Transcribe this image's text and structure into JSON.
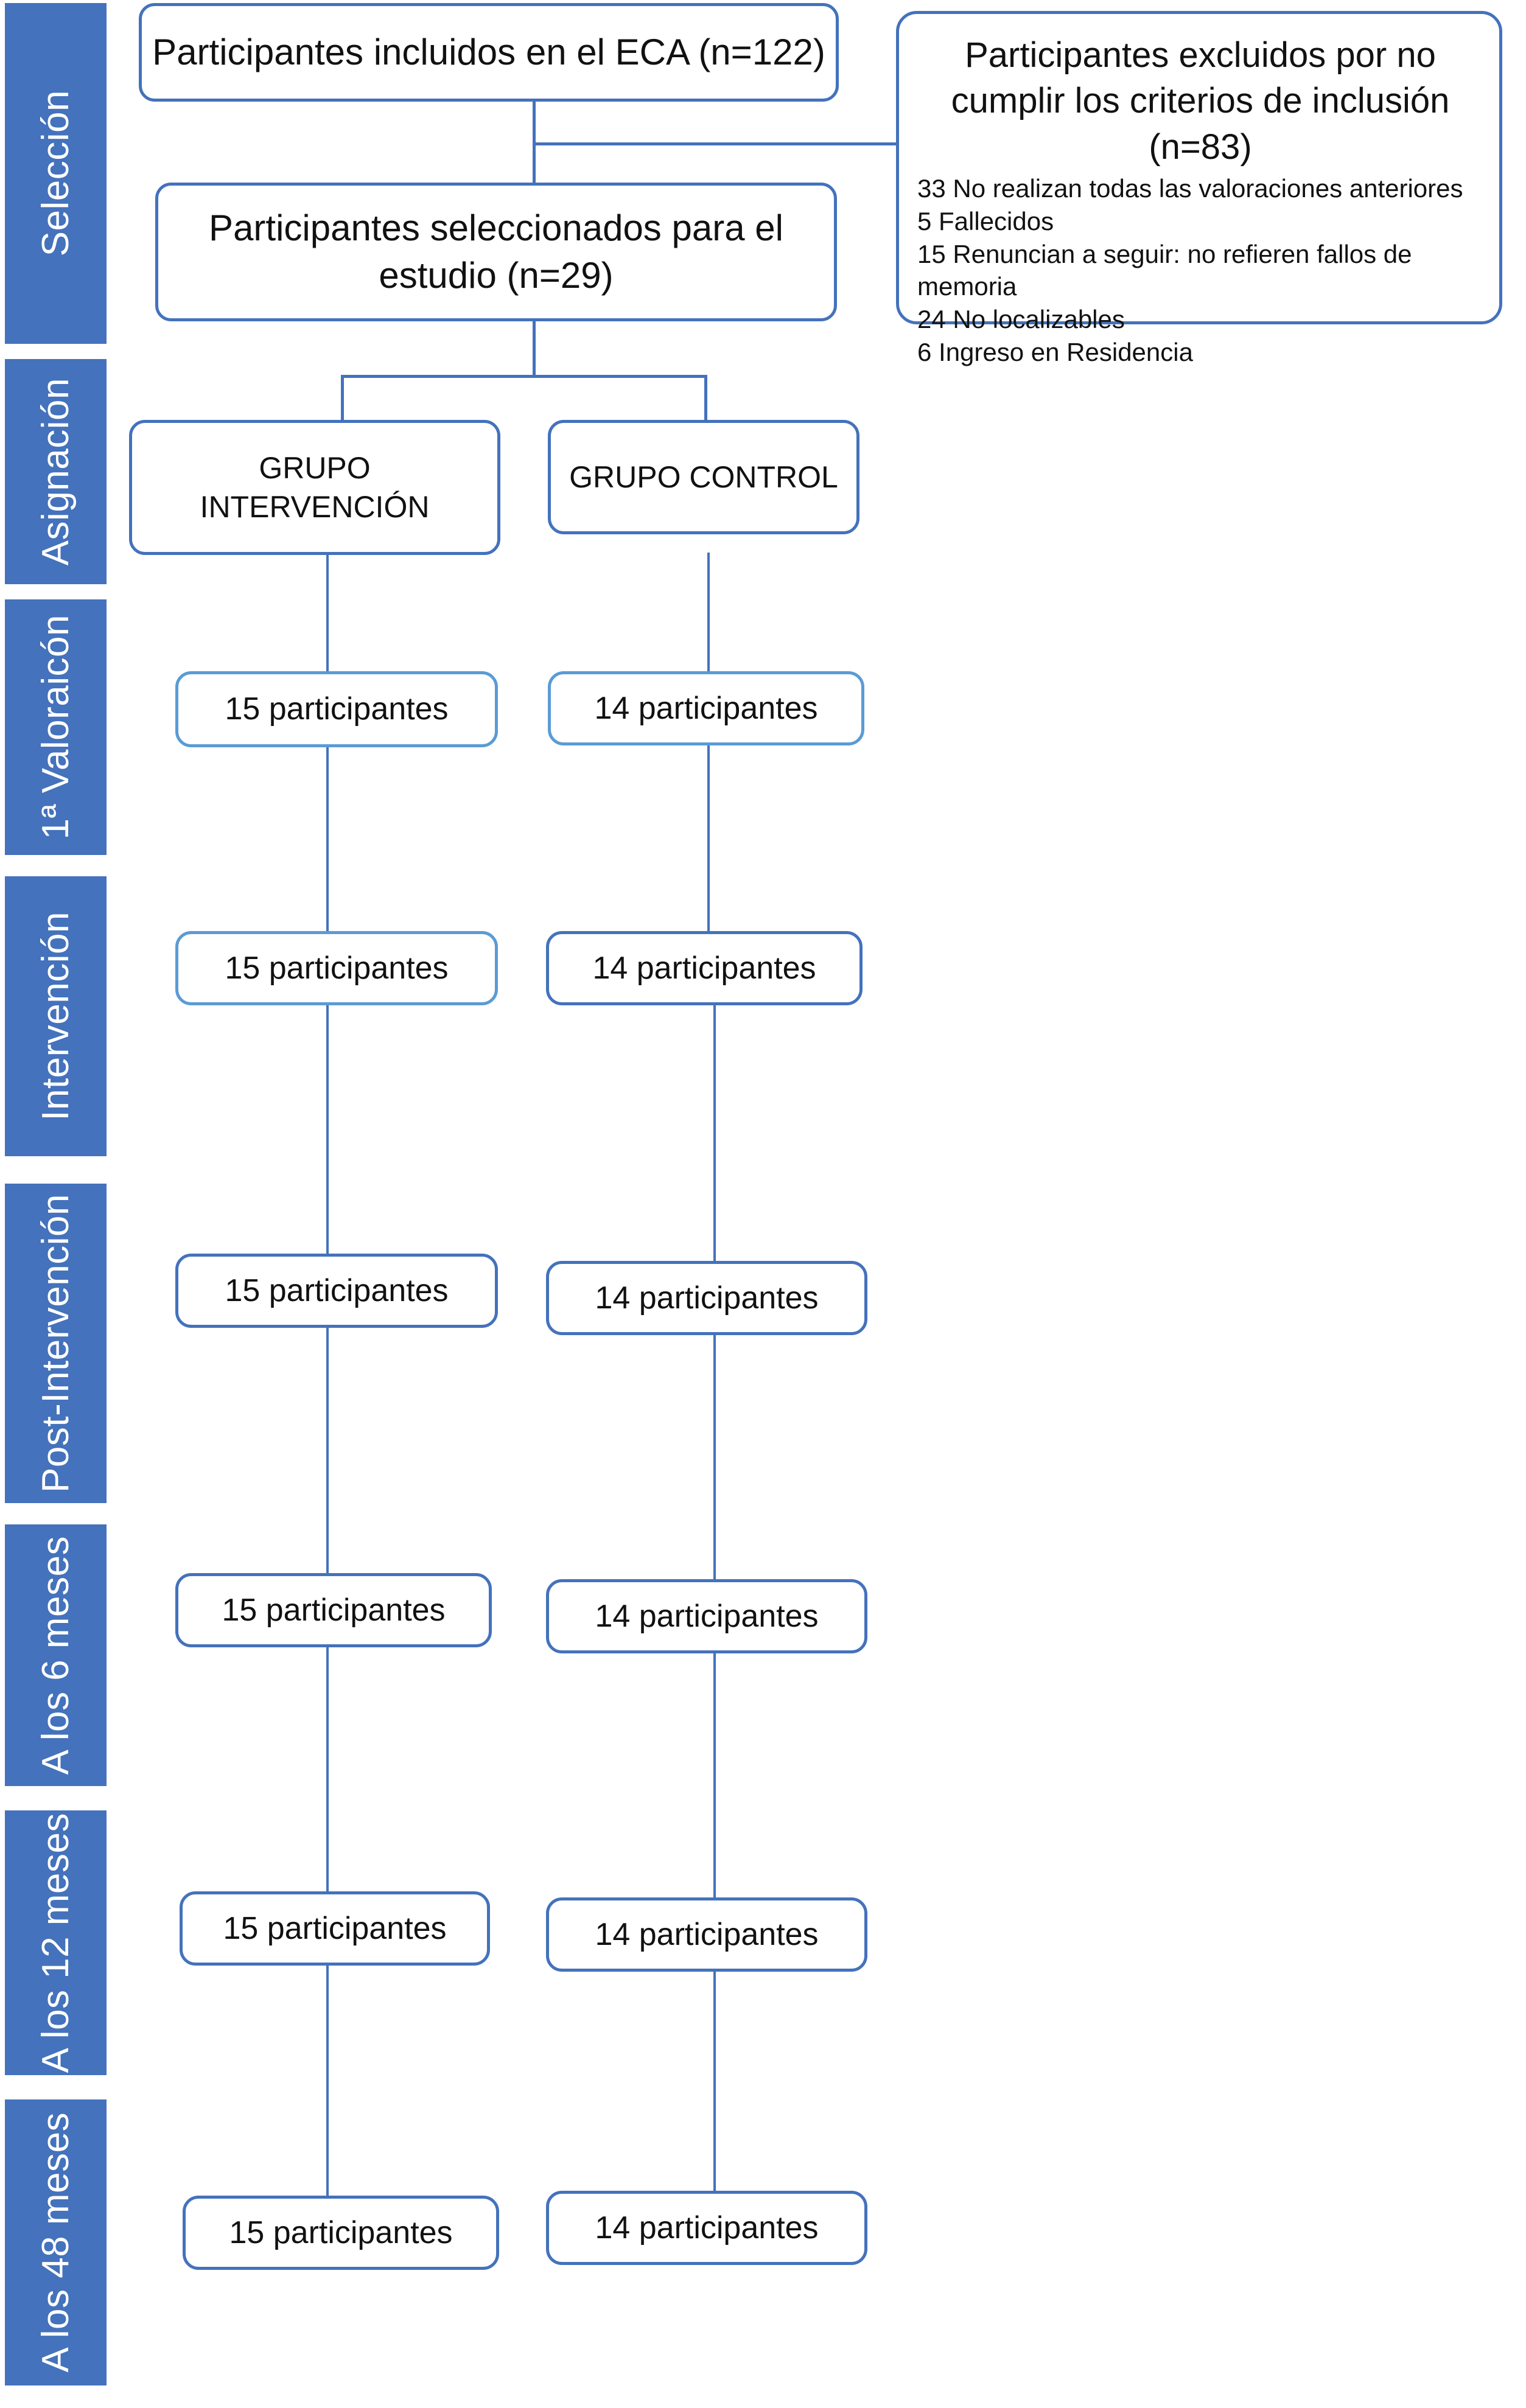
{
  "diagram": {
    "title": "Diagrama de flujo del estudio",
    "accent_color": "#4472BC",
    "accent_light_color": "#5B9BD5",
    "box_fill": "#FFFFFF",
    "text_color": "#111111"
  },
  "stages": [
    {
      "label": "Selección"
    },
    {
      "label": "Asignación"
    },
    {
      "label": "1ª Valoraicón"
    },
    {
      "label": "Intervención"
    },
    {
      "label": "Post-Intervención"
    },
    {
      "label": "A los 6 meses"
    },
    {
      "label": "A los 12 meses"
    },
    {
      "label": "A los 48 meses"
    }
  ],
  "nodes": {
    "enrolled": "Participantes incluidos en el ECA (n=122)",
    "selected": "Participantes seleccionados para el estudio (n=29)",
    "group_intervention": "GRUPO INTERVENCIÓN",
    "group_control": "GRUPO CONTROL"
  },
  "excluded": {
    "heading": "Participantes excluidos por no cumplir los criterios de inclusión (n=83)",
    "reasons": [
      "33 No realizan todas las valoraciones anteriores",
      "5 Fallecidos",
      "15 Renuncian a seguir: no refieren fallos de memoria",
      "24 No localizables",
      "6 Ingreso en Residencia"
    ]
  },
  "arms": {
    "intervention": {
      "name": "GRUPO INTERVENCIÓN",
      "counts": [
        "15 participantes",
        "15 participantes",
        "15 participantes",
        "15 participantes",
        "15 participantes",
        "15 participantes"
      ]
    },
    "control": {
      "name": "GRUPO CONTROL",
      "counts": [
        "14 participantes",
        "14 participantes",
        "14 participantes",
        "14 participantes",
        "14 participantes",
        "14 participantes"
      ]
    }
  },
  "flow_data": {
    "type": "flowchart",
    "total_randomized": 122,
    "total_excluded": 83,
    "total_selected": 29,
    "intervention_n": 15,
    "control_n": 14,
    "timepoints": [
      "1ª Valoraicón",
      "Intervención",
      "Post-Intervención",
      "A los 6 meses",
      "A los 12 meses",
      "A los 48 meses"
    ]
  }
}
